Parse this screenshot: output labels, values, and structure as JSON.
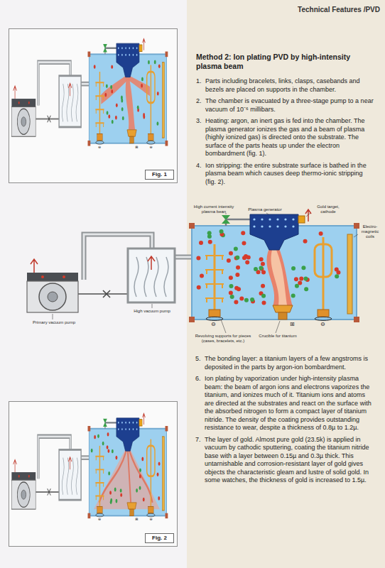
{
  "diagram": {
    "title": "Method 2: Ion plating PVD by high-intensity plasma beam",
    "nodes": [
      {
        "text": [
          "Fig. 1"
        ]
      },
      {
        "text": [
          "Fig. 2"
        ]
      }
    ],
    "labels": [
      "Technical Features /PVD",
      "1.",
      "Parts including bracelets, links, clasps, casebands and bezels are placed on supports in the chamber.",
      "2.",
      "The chamber is evacuated by a three-stage pump to a near vacuum of 10⁻⁶ millibars.",
      "3.",
      "Heating: argon, an inert gas is fed into the chamber. The plasma generator ionizes the gas and a beam of plasma (highly ionized gas) is directed onto the substrate. The surface of the parts heats up under the electron bombardment (fig. 1).",
      "4.",
      "Ion stripping: the entire substrate surface is bathed in the plasma beam which causes deep thermo-ionic stripping (fig. 2).",
      "High current intensity plasma bean",
      "Plasma generator",
      "Gold target, cathode",
      "Electro-magnetic coils",
      "High vacuum pump",
      "Primary vacuum pump",
      "Crucible for titanium",
      "Revolving supports for pieces (cases, bracelets, etc.)",
      "⊖",
      "⊞",
      "⊖",
      "5.",
      "The bonding layer: a titanium layers of a few angstroms is deposited in the parts by argon-ion bombardment.",
      "6.",
      "Ion plating by vaporization under high-intensity plasma beam: the beam of argon ions and electrons vaporizes the titanium, and ionizes much of it. Titanium ions and atoms are directed at the substrates and react on the surface with the absorbed nitrogen to form a compact layer of titanium nitride. The density of the coating provides outstanding resistance to wear, despite a thickness of 0.8µ to 1.2µ.",
      "7.",
      "The layer of gold. Almost pure gold (23.5k) is applied in vacuum by cathodic sputtering, coating the titanium nitride base with a layer between 0.15µ and 0.3µ thick. This untarnishable and corrosion-resistant layer of gold gives objects the characteristic gleam and lustre of solid gold. In some watches, the thickness of gold is increased to 1.5µ.",
      "⊖",
      "⊞",
      "⊖",
      "⊖",
      "⊞",
      "⊖"
    ]
  }
}
